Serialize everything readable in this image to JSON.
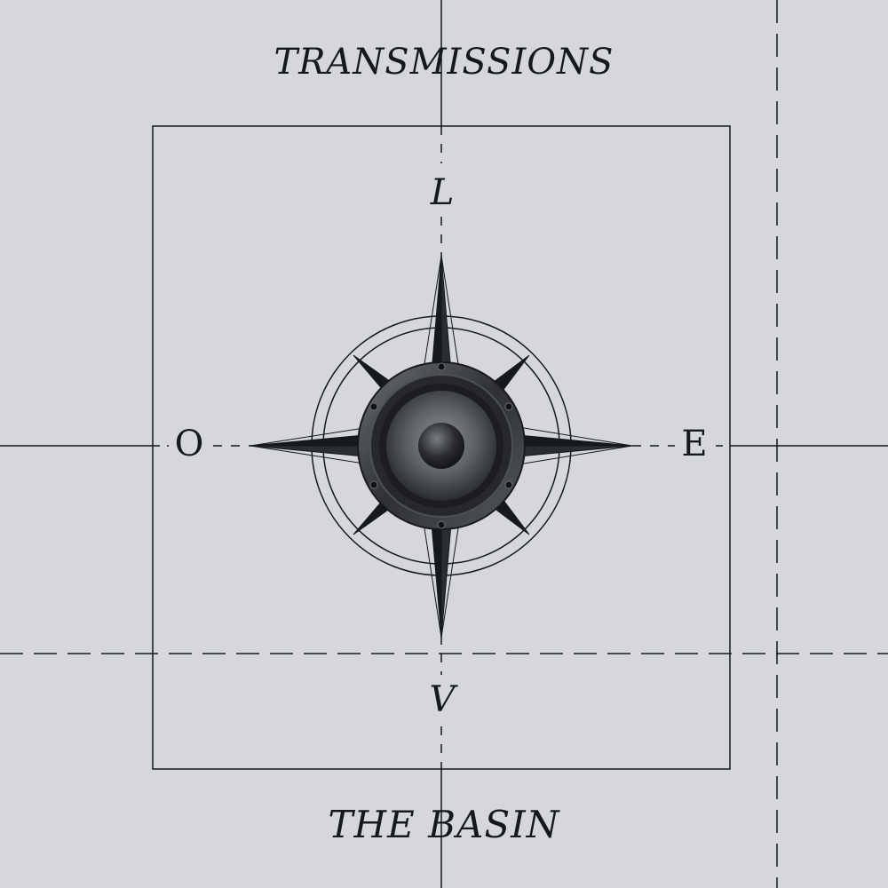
{
  "cover": {
    "title": "TRANSMISSIONS",
    "artist": "THE BASIN",
    "directions": {
      "top": "L",
      "left": "O",
      "right": "E",
      "bottom": "V"
    }
  },
  "colors": {
    "background": "#d6d7dc",
    "ink": "#15191c",
    "speaker_body": "#3a3c40"
  },
  "icons": [
    "compass-rose-icon",
    "speaker-icon"
  ]
}
